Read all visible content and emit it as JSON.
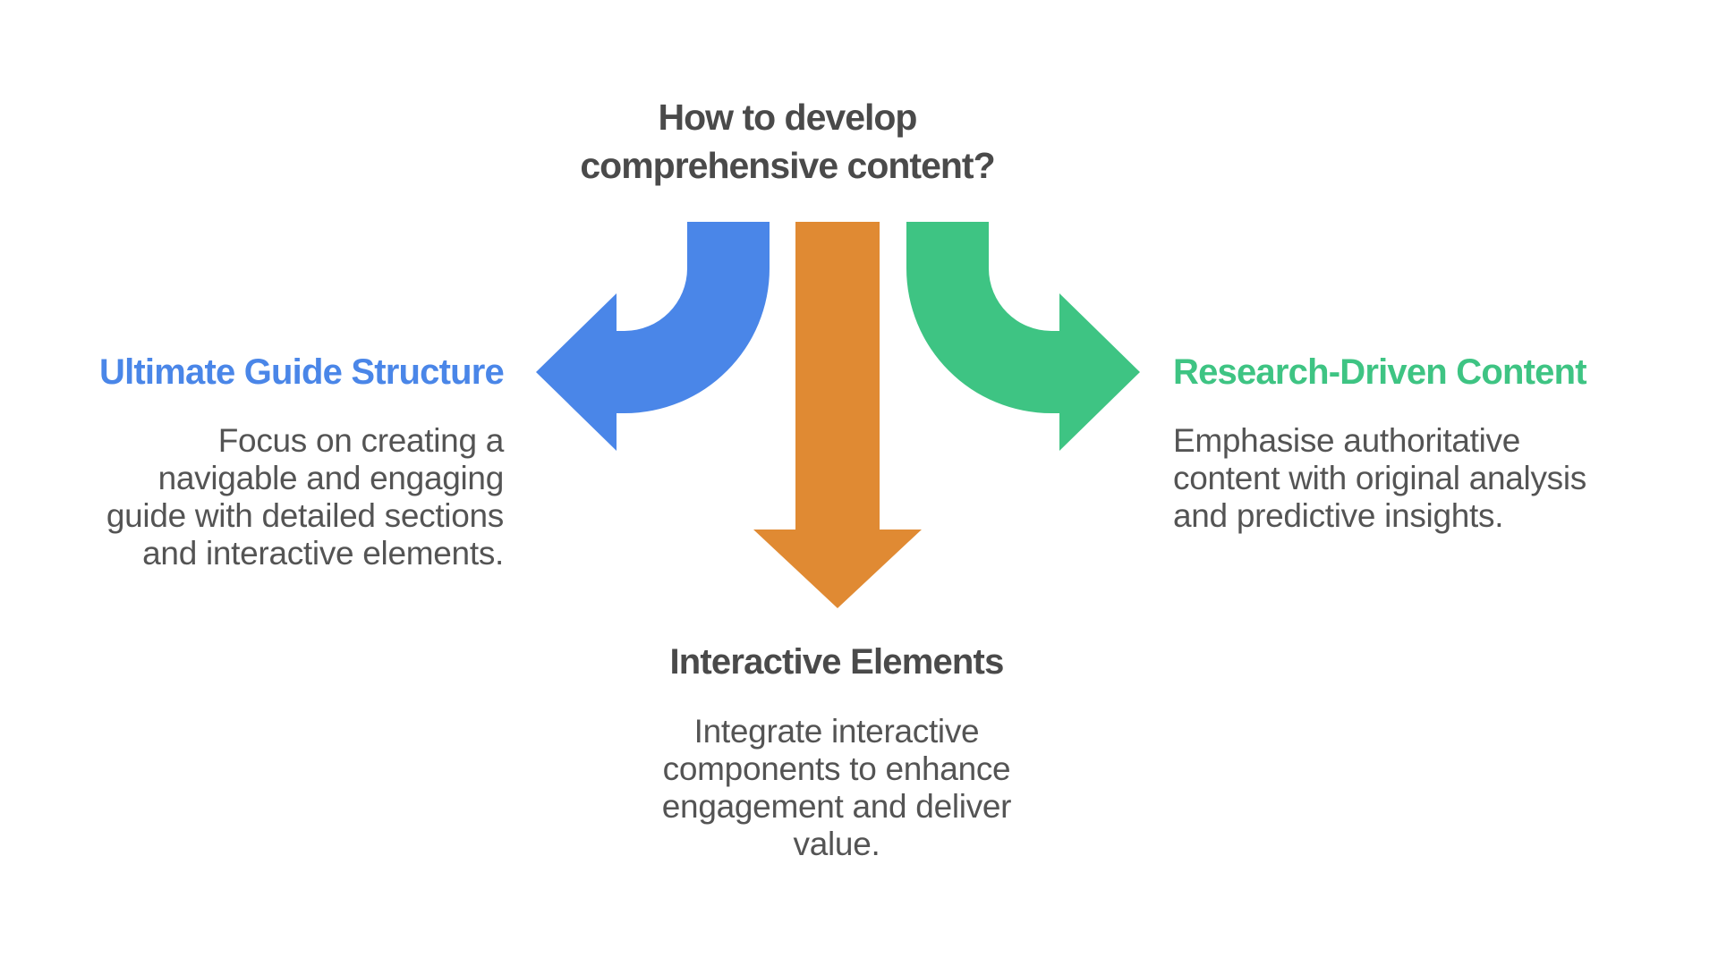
{
  "title": {
    "lines": [
      "How to develop",
      "comprehensive content?"
    ]
  },
  "colors": {
    "title_text": "#4a4a4a",
    "body_text": "#545454",
    "blue": "#4a86e8",
    "orange": "#e08a33",
    "green": "#3ec483"
  },
  "arrows": {
    "left": {
      "description": "curved arrow pointing left",
      "color": "#4a86e8"
    },
    "center": {
      "description": "straight arrow pointing down",
      "color": "#e08a33"
    },
    "right": {
      "description": "curved arrow pointing right",
      "color": "#3ec483"
    }
  },
  "sections": {
    "left": {
      "heading": "Ultimate Guide Structure",
      "heading_color": "#4a86e8",
      "body_lines": [
        "Focus on creating a",
        "navigable and engaging",
        "guide with detailed sections",
        "and interactive elements."
      ]
    },
    "center": {
      "heading": "Interactive Elements",
      "heading_color": "#4a4a4a",
      "body_lines": [
        "Integrate interactive",
        "components to enhance",
        "engagement and deliver",
        "value."
      ]
    },
    "right": {
      "heading": "Research-Driven Content",
      "heading_color": "#3ec483",
      "body_lines": [
        "Emphasise authoritative",
        "content with original analysis",
        "and predictive insights."
      ]
    }
  }
}
